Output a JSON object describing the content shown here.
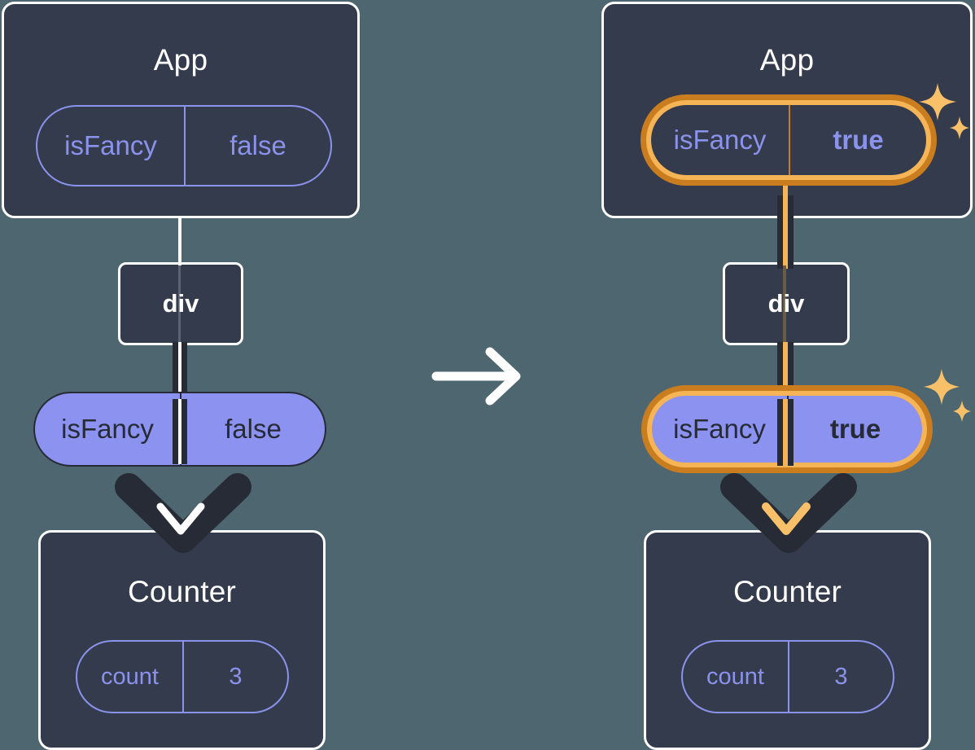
{
  "diagram": {
    "title": "React state propagation diagram",
    "colors": {
      "background": "#4d6670",
      "card": "#343b4c",
      "card_border": "#ffffff",
      "pill_fill": "#8b92f0",
      "pill_outline": "#8b92ec",
      "dark_line": "#262b36",
      "highlight_outer": "#c97d1f",
      "highlight_inner": "#f5b455",
      "sparkle": "#f9c06a"
    },
    "transition_arrow": "arrow-right-icon"
  },
  "before": {
    "app": {
      "title": "App",
      "state": {
        "name": "isFancy",
        "value": "false",
        "highlighted": false
      }
    },
    "div": {
      "label": "div"
    },
    "prop": {
      "name": "isFancy",
      "value": "false",
      "highlighted": false
    },
    "counter": {
      "title": "Counter",
      "state": {
        "name": "count",
        "value": "3",
        "highlighted": false
      }
    }
  },
  "after": {
    "app": {
      "title": "App",
      "state": {
        "name": "isFancy",
        "value": "true",
        "highlighted": true
      }
    },
    "div": {
      "label": "div"
    },
    "prop": {
      "name": "isFancy",
      "value": "true",
      "highlighted": true
    },
    "counter": {
      "title": "Counter",
      "state": {
        "name": "count",
        "value": "3",
        "highlighted": false
      }
    }
  }
}
